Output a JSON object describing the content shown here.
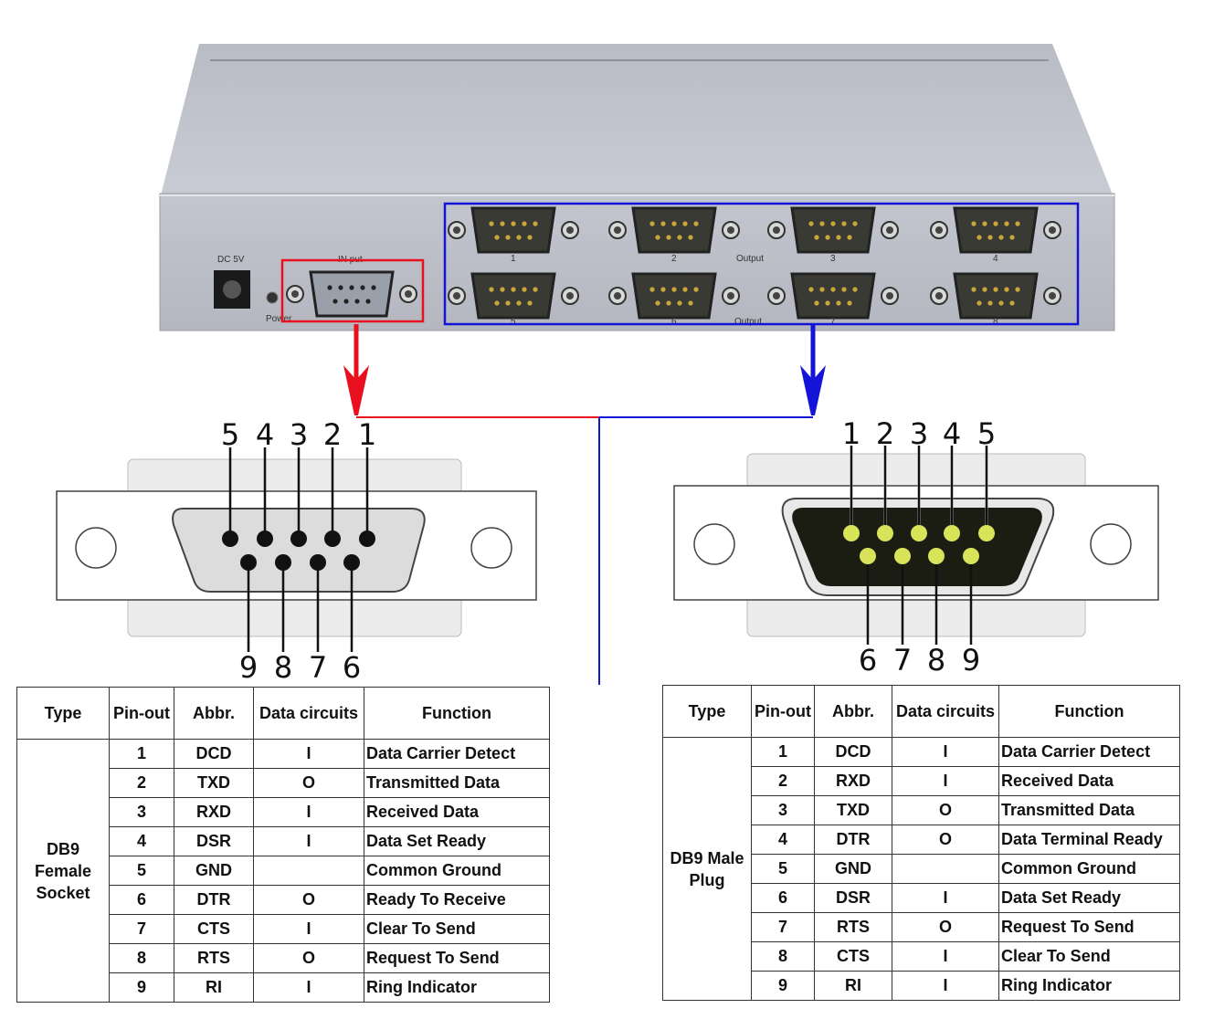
{
  "device": {
    "dc_label": "DC 5V",
    "power_label": "Power",
    "input_label": "IN put",
    "output_label": "Output",
    "output_numbers": [
      "1",
      "2",
      "3",
      "4",
      "5",
      "6",
      "7",
      "8"
    ]
  },
  "female": {
    "top_pins": [
      "5",
      "4",
      "3",
      "2",
      "1"
    ],
    "bottom_pins": [
      "9",
      "8",
      "7",
      "6"
    ]
  },
  "male": {
    "top_pins": [
      "1",
      "2",
      "3",
      "4",
      "5"
    ],
    "bottom_pins": [
      "6",
      "7",
      "8",
      "9"
    ]
  },
  "colors": {
    "input_highlight": "#e8101e",
    "output_highlight": "#1414d8",
    "male_pin": "#d8e35a",
    "male_face": "#1b1d12"
  },
  "headers": [
    "Type",
    "Pin-out",
    "Abbr.",
    "Data circuits",
    "Function"
  ],
  "left_table": {
    "type_lines": [
      "DB9",
      "Female",
      "Socket"
    ],
    "rows": [
      {
        "pin": "1",
        "abbr": "DCD",
        "dir": "I",
        "fn": "Data Carrier Detect"
      },
      {
        "pin": "2",
        "abbr": "TXD",
        "dir": "O",
        "fn": "Transmitted Data"
      },
      {
        "pin": "3",
        "abbr": "RXD",
        "dir": "I",
        "fn": "Received Data"
      },
      {
        "pin": "4",
        "abbr": "DSR",
        "dir": "I",
        "fn": "Data Set Ready"
      },
      {
        "pin": "5",
        "abbr": "GND",
        "dir": "",
        "fn": "Common Ground"
      },
      {
        "pin": "6",
        "abbr": "DTR",
        "dir": "O",
        "fn": "Ready To Receive"
      },
      {
        "pin": "7",
        "abbr": "CTS",
        "dir": "I",
        "fn": "Clear To Send"
      },
      {
        "pin": "8",
        "abbr": "RTS",
        "dir": "O",
        "fn": "Request To Send"
      },
      {
        "pin": "9",
        "abbr": "RI",
        "dir": "I",
        "fn": "Ring Indicator"
      }
    ]
  },
  "right_table": {
    "type_lines": [
      "DB9 Male",
      "Plug"
    ],
    "rows": [
      {
        "pin": "1",
        "abbr": "DCD",
        "dir": "I",
        "fn": "Data Carrier Detect"
      },
      {
        "pin": "2",
        "abbr": "RXD",
        "dir": "I",
        "fn": "Received Data"
      },
      {
        "pin": "3",
        "abbr": "TXD",
        "dir": "O",
        "fn": "Transmitted Data"
      },
      {
        "pin": "4",
        "abbr": "DTR",
        "dir": "O",
        "fn": "Data Terminal Ready"
      },
      {
        "pin": "5",
        "abbr": "GND",
        "dir": "",
        "fn": "Common Ground"
      },
      {
        "pin": "6",
        "abbr": "DSR",
        "dir": "I",
        "fn": "Data Set Ready"
      },
      {
        "pin": "7",
        "abbr": "RTS",
        "dir": "O",
        "fn": "Request To Send"
      },
      {
        "pin": "8",
        "abbr": "CTS",
        "dir": "I",
        "fn": "Clear To Send"
      },
      {
        "pin": "9",
        "abbr": "RI",
        "dir": "I",
        "fn": "Ring Indicator"
      }
    ]
  }
}
